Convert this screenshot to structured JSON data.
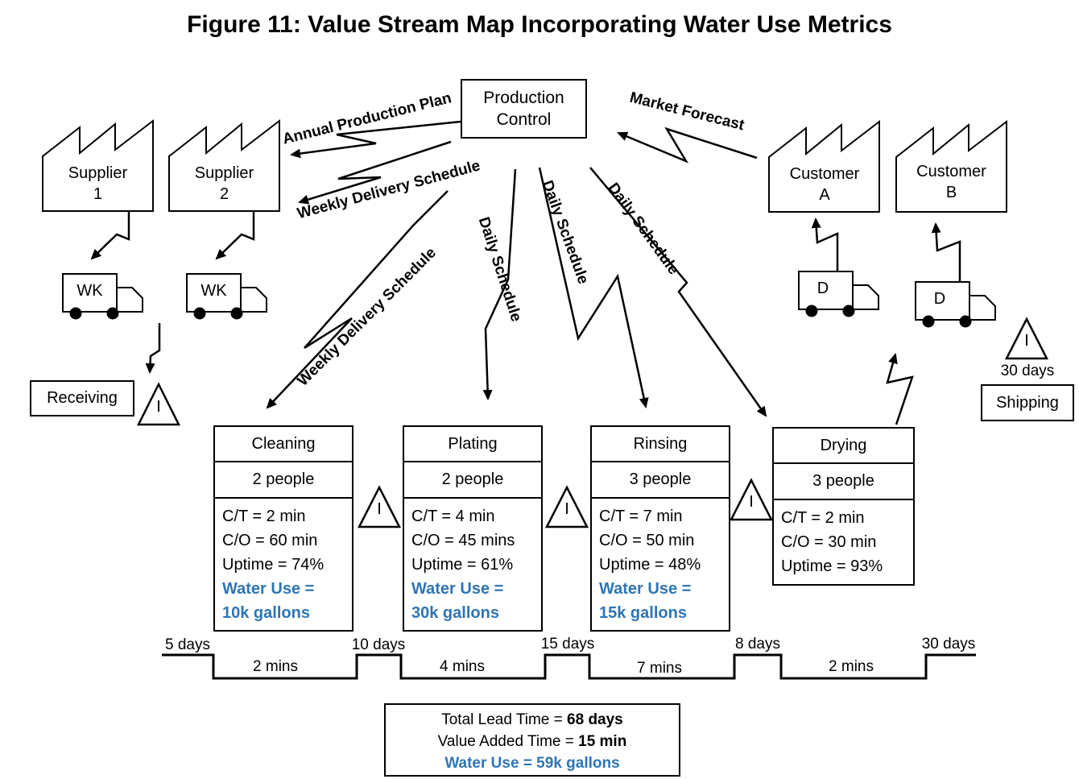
{
  "title": "Figure 11: Value Stream Map Incorporating Water Use Metrics",
  "colors": {
    "accent_blue": "#2E75B6",
    "ink": "#000000"
  },
  "production_control": {
    "line1": "Production",
    "line2": "Control"
  },
  "suppliers": [
    {
      "name": "Supplier",
      "id": "1"
    },
    {
      "name": "Supplier",
      "id": "2"
    }
  ],
  "customers": [
    {
      "name": "Customer",
      "id": "A"
    },
    {
      "name": "Customer",
      "id": "B"
    }
  ],
  "trucks": {
    "supplier_frequency": "WK",
    "customer_frequency": "D"
  },
  "info_flows": {
    "annual_production_plan": "Annual Production Plan",
    "market_forecast": "Market Forecast",
    "weekly_delivery_schedule_upper": "Weekly Delivery Schedule",
    "weekly_delivery_schedule_lower": "Weekly Delivery Schedule",
    "daily_schedule_1": "Daily Schedule",
    "daily_schedule_2": "Daily Schedule",
    "daily_schedule_3": "Daily Schedule"
  },
  "stations": {
    "receiving": "Receiving",
    "shipping": "Shipping"
  },
  "inventory_symbol": "I",
  "shipping_inventory_days": "30 days",
  "processes": [
    {
      "name": "Cleaning",
      "people": "2 people",
      "metrics": [
        "C/T = 2 min",
        "C/O = 60 min",
        "Uptime = 74%"
      ],
      "water_line1": "Water Use =",
      "water_line2": "10k gallons"
    },
    {
      "name": "Plating",
      "people": "2 people",
      "metrics": [
        "C/T = 4 min",
        "C/O = 45 mins",
        "Uptime = 61%"
      ],
      "water_line1": "Water Use =",
      "water_line2": "30k gallons"
    },
    {
      "name": "Rinsing",
      "people": "3 people",
      "metrics": [
        "C/T = 7 min",
        "C/O = 50 min",
        "Uptime = 48%"
      ],
      "water_line1": "Water Use =",
      "water_line2": "15k gallons"
    },
    {
      "name": "Drying",
      "people": "3 people",
      "metrics": [
        "C/T = 2 min",
        "C/O = 30 min",
        "Uptime = 93%"
      ]
    }
  ],
  "timeline": {
    "lead_times": [
      "5 days",
      "10 days",
      "15 days",
      "8 days",
      "30 days"
    ],
    "process_times": [
      "2 mins",
      "4 mins",
      "7 mins",
      "2 mins"
    ]
  },
  "summary": {
    "lead_label": "Total Lead Time = ",
    "lead_value": "68 days",
    "va_label": "Value Added Time = ",
    "va_value": "15 min",
    "water": "Water Use = 59k gallons"
  }
}
